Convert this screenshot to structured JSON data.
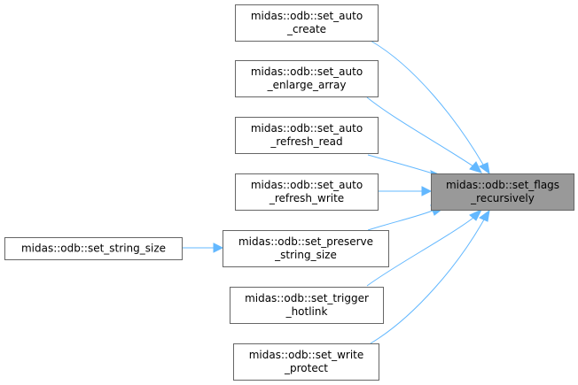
{
  "diagram": {
    "type": "call-graph",
    "edge_color": "#63b8ff",
    "focus_fill": "#999999",
    "nodes": [
      {
        "id": "set_flags_recursively",
        "lines": [
          "midas::odb::set_flags",
          "_recursively"
        ],
        "focus": true
      },
      {
        "id": "set_auto_create",
        "lines": [
          "midas::odb::set_auto",
          "_create"
        ]
      },
      {
        "id": "set_auto_enlarge_array",
        "lines": [
          "midas::odb::set_auto",
          "_enlarge_array"
        ]
      },
      {
        "id": "set_auto_refresh_read",
        "lines": [
          "midas::odb::set_auto",
          "_refresh_read"
        ]
      },
      {
        "id": "set_auto_refresh_write",
        "lines": [
          "midas::odb::set_auto",
          "_refresh_write"
        ]
      },
      {
        "id": "set_preserve_string_size",
        "lines": [
          "midas::odb::set_preserve",
          "_string_size"
        ]
      },
      {
        "id": "set_trigger_hotlink",
        "lines": [
          "midas::odb::set_trigger",
          "_hotlink"
        ]
      },
      {
        "id": "set_write_protect",
        "lines": [
          "midas::odb::set_write",
          "_protect"
        ]
      },
      {
        "id": "set_string_size",
        "lines": [
          "midas::odb::set_string_size"
        ]
      }
    ],
    "edges": [
      {
        "from": "set_auto_create",
        "to": "set_flags_recursively"
      },
      {
        "from": "set_auto_enlarge_array",
        "to": "set_flags_recursively"
      },
      {
        "from": "set_auto_refresh_read",
        "to": "set_flags_recursively"
      },
      {
        "from": "set_auto_refresh_write",
        "to": "set_flags_recursively"
      },
      {
        "from": "set_preserve_string_size",
        "to": "set_flags_recursively"
      },
      {
        "from": "set_trigger_hotlink",
        "to": "set_flags_recursively"
      },
      {
        "from": "set_write_protect",
        "to": "set_flags_recursively"
      },
      {
        "from": "set_string_size",
        "to": "set_preserve_string_size"
      }
    ]
  }
}
